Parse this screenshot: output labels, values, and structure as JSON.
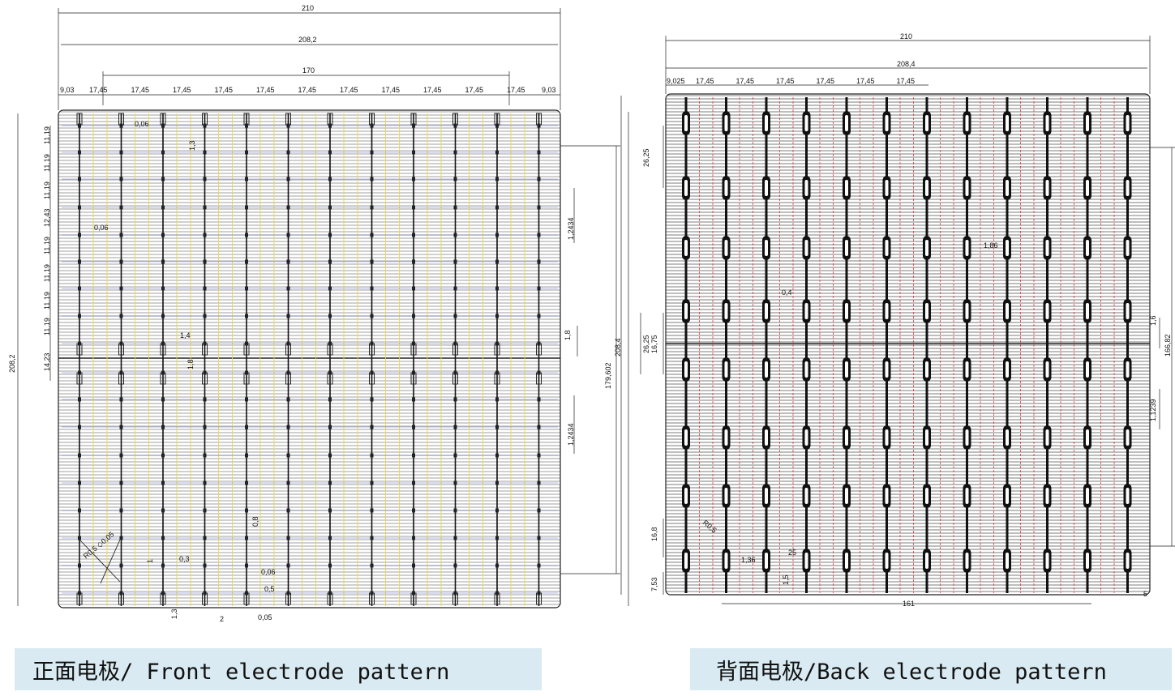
{
  "front": {
    "caption": "正面电极/ Front electrode pattern",
    "dims": {
      "total_width": "210",
      "inner_width": "208,2",
      "busbar_span": "170",
      "edge": "9,03",
      "pitch": "17,45",
      "height_left": "208,2",
      "height_right": "208,4",
      "span_right": "179,602",
      "pad_gap_1": "1,2434",
      "pad_gap_2": "1,2434",
      "mid_gap": "1,8",
      "finger_w1": "0,06",
      "finger_w2": "0,06",
      "w_1_4": "1,4",
      "w_1_8": "1,8",
      "w_1_3": "1,3",
      "w_2": "2",
      "w_005": "0,05",
      "w_08": "0,8",
      "w_006": "0,06",
      "w_05": "0,5",
      "w_03": "0,3",
      "w_1": "1",
      "w_13": "1,3",
      "diag": "R0,5 ◇0,05"
    },
    "row_pitches": [
      "11,19",
      "11,19",
      "11,19",
      "12,43",
      "11,19",
      "11,19",
      "11,19",
      "11,19",
      "14,23"
    ]
  },
  "back": {
    "caption": "背面电极/Back electrode pattern",
    "dims": {
      "total_width": "210",
      "inner_width": "208,4",
      "edge": "9,025",
      "pitch": "17,45",
      "h1": "26,25",
      "h2": "26,25",
      "h3": "16,75",
      "h4": "16,8",
      "h5": "7,53",
      "span_bottom": "161",
      "span_right": "166,82",
      "gap_1_6": "1,6",
      "gap_11239": "1,1239",
      "w_186": "1,86",
      "w_04": "0,4",
      "w_5": "5",
      "w_36": "1,36",
      "w_25": "25",
      "w_15": "1,5",
      "diag": "R0,5"
    }
  },
  "colors": {
    "finger": "#7a7a7a",
    "busbar": "#111111",
    "front_yellow": "#e8d84a",
    "front_blue": "#2d3bb8",
    "back_red": "#e03a3a",
    "caption_bg": "#d9eaf2"
  }
}
